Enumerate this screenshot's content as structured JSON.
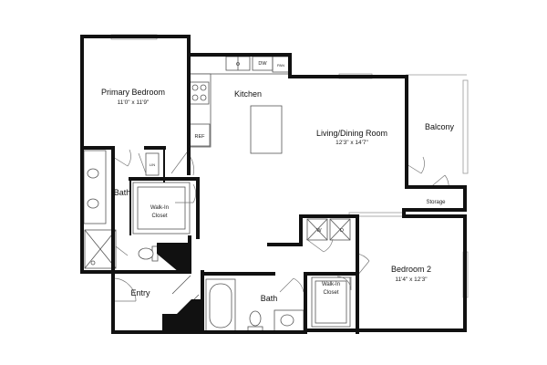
{
  "rooms": {
    "primary_bedroom": {
      "name": "Primary Bedroom",
      "dims": "11'0\" x 11'9\""
    },
    "kitchen": {
      "name": "Kitchen"
    },
    "living_dining": {
      "name": "Living/Dining Room",
      "dims": "12'3\" x 14'7\""
    },
    "balcony": {
      "name": "Balcony"
    },
    "storage": {
      "name": "Storage"
    },
    "bath_primary": {
      "name": "Bath"
    },
    "walk_in_closet_primary": {
      "line1": "Walk-In",
      "line2": "Closet"
    },
    "entry": {
      "name": "Entry"
    },
    "bath_second": {
      "name": "Bath"
    },
    "walk_in_closet_second": {
      "line1": "Walk-In",
      "line2": "Closet"
    },
    "bedroom_2": {
      "name": "Bedroom 2",
      "dims": "11'4\" x 12'3\""
    }
  },
  "appliances": {
    "dishwasher": "DW",
    "pantry": "PAN",
    "refrigerator": "REF",
    "linen": "LIN",
    "washer": "W",
    "dryer": "D"
  }
}
